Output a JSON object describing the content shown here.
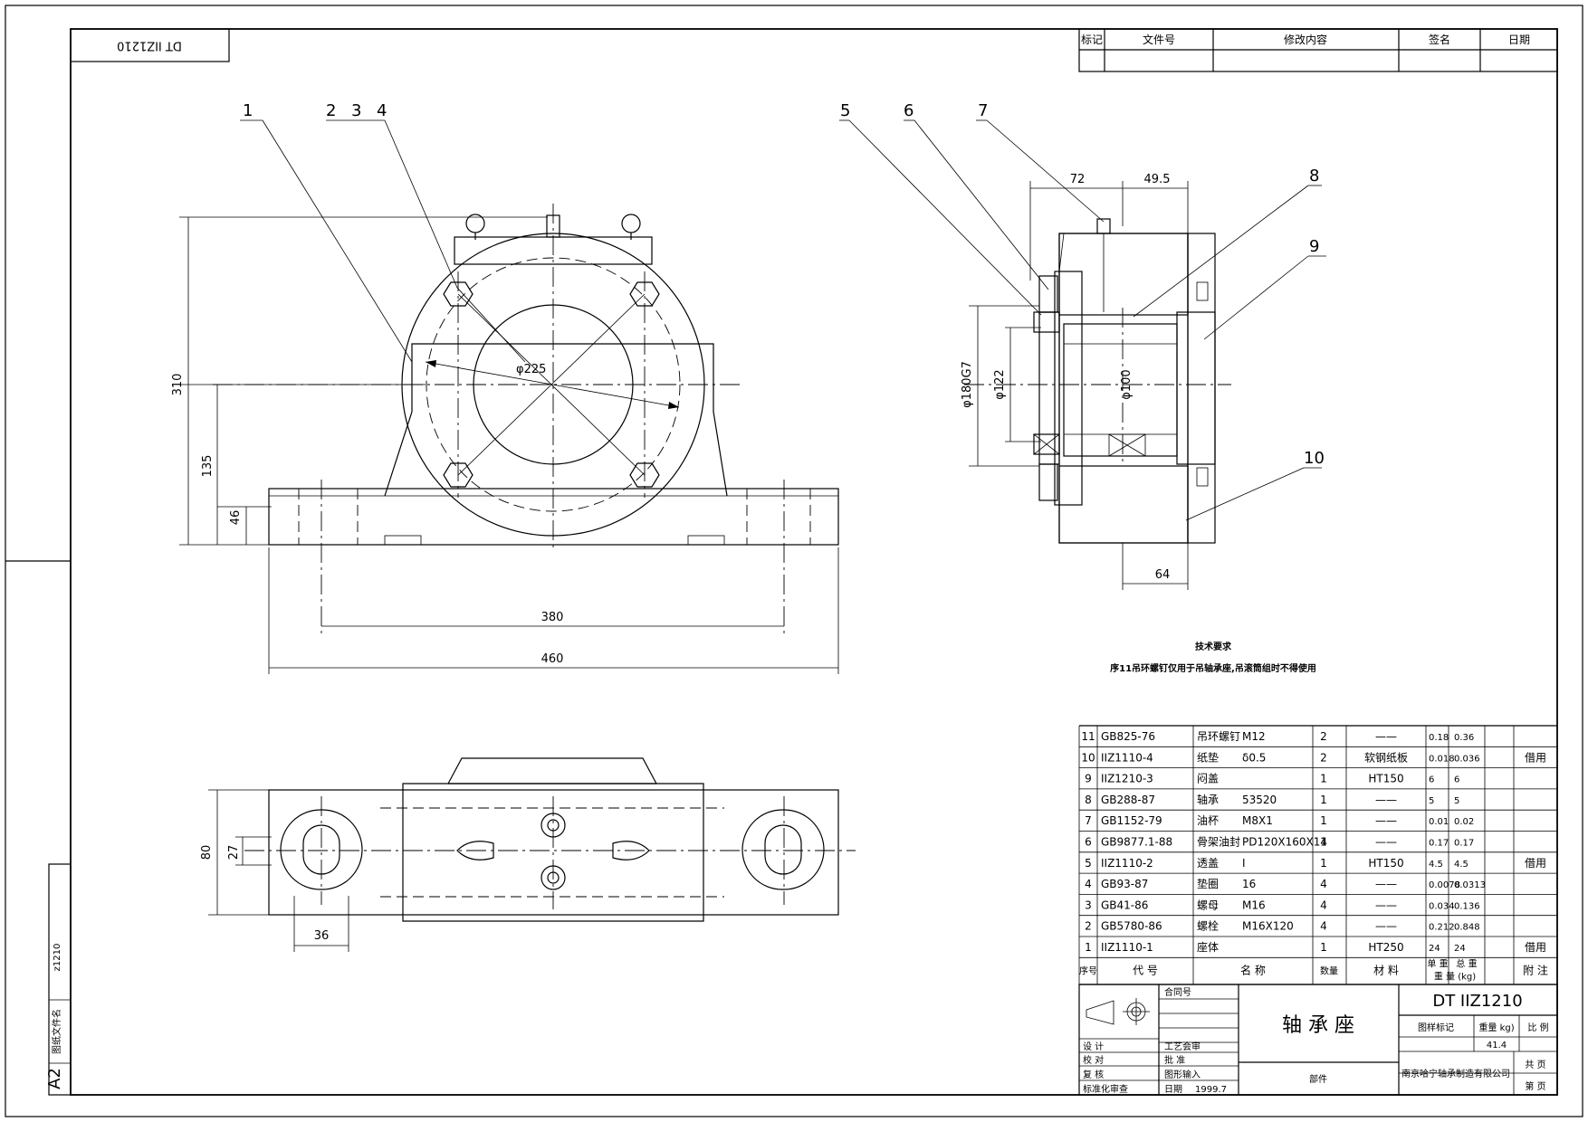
{
  "drawing_code_rotated": "DT IIZ1210",
  "revision_table": {
    "headers": [
      "标记",
      "文件号",
      "修改内容",
      "签名",
      "日期"
    ]
  },
  "part_labels": [
    "1",
    "2",
    "3",
    "4",
    "5",
    "6",
    "7",
    "8",
    "9",
    "10"
  ],
  "front_view_dims": {
    "overall_height": "310",
    "center_height": "135",
    "base_height": "46",
    "bolt_circle": "φ225",
    "bolt_span": "380",
    "base_length": "460"
  },
  "section_view_dims": {
    "d72": "72",
    "d49_5": "49.5",
    "d64": "64",
    "bore_outer": "φ180G7",
    "seal_dia": "φ122",
    "shaft_dia": "φ100"
  },
  "top_view_dims": {
    "width": "80",
    "slot": "27",
    "slot_len": "36"
  },
  "tech_requirements": {
    "title": "技术要求",
    "line": "序11吊环螺钉仅用于吊轴承座,吊滚筒组时不得使用"
  },
  "parts_list": [
    {
      "no": "11",
      "code": "GB825-76",
      "name": "吊环螺钉",
      "spec": "M12",
      "qty": "2",
      "material": "——",
      "unit_w": "0.18",
      "total_w": "0.36",
      "note": ""
    },
    {
      "no": "10",
      "code": "IIZ1110-4",
      "name": "纸垫",
      "spec": "δ0.5",
      "qty": "2",
      "material": "软钢纸板",
      "unit_w": "0.018",
      "total_w": "0.036",
      "note": "借用"
    },
    {
      "no": "9",
      "code": "IIZ1210-3",
      "name": "闷盖",
      "spec": "",
      "qty": "1",
      "material": "HT150",
      "unit_w": "6",
      "total_w": "6",
      "note": ""
    },
    {
      "no": "8",
      "code": "GB288-87",
      "name": "轴承",
      "spec": "53520",
      "qty": "1",
      "material": "——",
      "unit_w": "5",
      "total_w": "5",
      "note": ""
    },
    {
      "no": "7",
      "code": "GB1152-79",
      "name": "油杯",
      "spec": "M8X1",
      "qty": "1",
      "material": "——",
      "unit_w": "0.01",
      "total_w": "0.02",
      "note": ""
    },
    {
      "no": "6",
      "code": "GB9877.1-88",
      "name": "骨架油封",
      "spec": "PD120X160X14",
      "qty": "1",
      "material": "——",
      "unit_w": "0.17",
      "total_w": "0.17",
      "note": ""
    },
    {
      "no": "5",
      "code": "IIZ1110-2",
      "name": "透盖",
      "spec": "I",
      "qty": "1",
      "material": "HT150",
      "unit_w": "4.5",
      "total_w": "4.5",
      "note": "借用"
    },
    {
      "no": "4",
      "code": "GB93-87",
      "name": "垫圈",
      "spec": "16",
      "qty": "4",
      "material": "——",
      "unit_w": "0.0078",
      "total_w": "0.0313",
      "note": ""
    },
    {
      "no": "3",
      "code": "GB41-86",
      "name": "螺母",
      "spec": "M16",
      "qty": "4",
      "material": "——",
      "unit_w": "0.034",
      "total_w": "0.136",
      "note": ""
    },
    {
      "no": "2",
      "code": "GB5780-86",
      "name": "螺栓",
      "spec": "M16X120",
      "qty": "4",
      "material": "——",
      "unit_w": "0.212",
      "total_w": "0.848",
      "note": ""
    },
    {
      "no": "1",
      "code": "IIZ1110-1",
      "name": "座体",
      "spec": "",
      "qty": "1",
      "material": "HT250",
      "unit_w": "24",
      "total_w": "24",
      "note": "借用"
    }
  ],
  "parts_header": {
    "no": "序号",
    "code": "代    号",
    "name": "名    称",
    "qty": "数量",
    "material": "材  料",
    "unit_w": "单 重",
    "total_w": "总 重",
    "weight_unit": "重 量 (kg)",
    "note": "附  注"
  },
  "title_block": {
    "contract": "合同号",
    "name": "轴 承 座",
    "code": "DT IIZ1210",
    "stage_label": "图样标记",
    "weight_label": "重量 kg)",
    "scale_label": "比 例",
    "weight": "41.4",
    "category": "部件",
    "company": "南京哈宁轴承制造有限公司",
    "total_sheets": "共   页",
    "sheet_no": "第   页",
    "roles": [
      "设  计",
      "校  对",
      "复  核",
      "标准化审查"
    ],
    "roles2": [
      "工艺会审",
      "批  准",
      "图形输入",
      "日期"
    ],
    "date": "1999.7"
  },
  "side_strip": {
    "size": "A2",
    "file_label": "图纸文件名",
    "file": "z1210"
  }
}
